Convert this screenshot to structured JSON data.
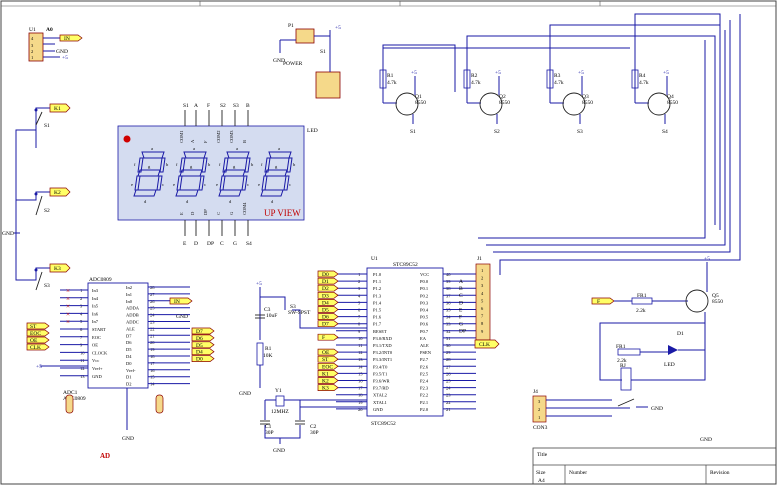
{
  "colors": {
    "wire": "#1a1aa6",
    "label_red": "#c00000",
    "netlabel_fill": "#ffff66",
    "led_panel": "#d4dcf0"
  },
  "headers": {
    "u1_ref": "U1",
    "u1_title": "A0",
    "u1_pins": [
      "4",
      "3",
      "2",
      "1"
    ],
    "in_label": "IN",
    "gnd_label": "GND",
    "plus5": "+5"
  },
  "power": {
    "p1_ref": "P1",
    "s1_ref": "S1",
    "power_label": "POWER",
    "gnd": "GND",
    "plus5": "+5"
  },
  "switches": [
    {
      "net": "K1",
      "ref": "S1"
    },
    {
      "net": "K2",
      "ref": "S2"
    },
    {
      "net": "K3",
      "ref": "S3"
    }
  ],
  "gnd_net": "GND",
  "led_display": {
    "ref": "LED",
    "up_view": "UP VIEW",
    "top_pins": [
      "a",
      "b",
      "f",
      "COM1",
      "A",
      "F",
      "COM2",
      "COM3",
      "B"
    ],
    "bottom_pins": [
      "E",
      "D",
      "DP",
      "C",
      "G",
      "COM4"
    ],
    "top_nets": [
      "S1",
      "A",
      "F",
      "S2",
      "S3",
      "B"
    ],
    "bottom_nets": [
      "E",
      "D",
      "DP",
      "C",
      "G",
      "S4"
    ],
    "digit_labels": [
      "a",
      "b",
      "c",
      "d",
      "e",
      "f",
      "g"
    ]
  },
  "transistors": [
    {
      "r_ref": "R1",
      "r_val": "4.7k",
      "q_ref": "Q1",
      "q_type": "8550",
      "net": "S1"
    },
    {
      "r_ref": "R2",
      "r_val": "4.7k",
      "q_ref": "Q2",
      "q_type": "8550",
      "net": "S2"
    },
    {
      "r_ref": "R3",
      "r_val": "4.7k",
      "q_ref": "Q3",
      "q_type": "8550",
      "net": "S3"
    },
    {
      "r_ref": "R4",
      "r_val": "4.7k",
      "q_ref": "Q4",
      "q_type": "8550",
      "net": "S4"
    }
  ],
  "adc": {
    "ref": "ADC1",
    "part": "ADC0809",
    "part2": "ADC0809",
    "title": "AD",
    "left_pins": [
      "In3",
      "In4",
      "In5",
      "In6",
      "In7",
      "START",
      "EOC",
      "OE",
      "CLOCK",
      "Vcc",
      "Vref+",
      "GND"
    ],
    "left_nums": [
      "1",
      "2",
      "3",
      "4",
      "5",
      "6",
      "7",
      "9",
      "10",
      "11",
      "12",
      "13"
    ],
    "right_pins": [
      "In2",
      "In1",
      "In0",
      "ADDA",
      "ADDB",
      "ADDC",
      "ALE",
      "D7",
      "D6",
      "D5",
      "D4",
      "D0",
      "Vref-",
      "D1",
      "D2"
    ],
    "right_nums": [
      "28",
      "27",
      "26",
      "25",
      "24",
      "23",
      "22",
      "21",
      "20",
      "19",
      "18",
      "17",
      "16",
      "15",
      "14"
    ],
    "left_nets": [
      "ST",
      "EOC",
      "OE",
      "CLK"
    ],
    "right_nets": [
      "D7",
      "D6",
      "D5",
      "D4",
      "D0"
    ],
    "in_net": "IN",
    "gnd": "GND",
    "plus5": "+5"
  },
  "mcu": {
    "ref": "U1",
    "part": "STC89C52",
    "part2": "STC89C52",
    "left_pins": [
      "P1.0",
      "P1.1",
      "P1.2",
      "P1.3",
      "P1.4",
      "P1.5",
      "P1.6",
      "P1.7",
      "RESET",
      "P3.0/RXD",
      "P3.1/TXD",
      "P3.2/INT0",
      "P3.3/INT1",
      "P3.4/T0",
      "P3.5/T1",
      "P3.6/WR",
      "P3.7/RD",
      "XTAL2",
      "XTAL1",
      "GND"
    ],
    "left_nums": [
      "1",
      "2",
      "3",
      "4",
      "5",
      "6",
      "7",
      "8",
      "9",
      "10",
      "11",
      "12",
      "13",
      "14",
      "15",
      "16",
      "17",
      "18",
      "19",
      "20"
    ],
    "right_pins": [
      "VCC",
      "P0.0",
      "P0.1",
      "P0.2",
      "P0.3",
      "P0.4",
      "P0.5",
      "P0.6",
      "P0.7",
      "EA",
      "ALE",
      "PSEN",
      "P2.7",
      "P2.6",
      "P2.5",
      "P2.4",
      "P2.3",
      "P2.2",
      "P2.1",
      "P2.0"
    ],
    "right_nums": [
      "40",
      "39",
      "38",
      "37",
      "36",
      "35",
      "34",
      "33",
      "32",
      "31",
      "30",
      "29",
      "28",
      "27",
      "26",
      "25",
      "24",
      "23",
      "22",
      "21"
    ],
    "left_nets": [
      "D0",
      "D1",
      "D2",
      "D3",
      "D4",
      "D5",
      "D6",
      "D7"
    ],
    "left_nets2": [
      "F",
      "OE",
      "ST",
      "EOC",
      "K1",
      "K2",
      "K3"
    ],
    "right_nets": [
      "A",
      "B",
      "C",
      "D",
      "E",
      "F",
      "G",
      "DP"
    ],
    "clk_net": "CLK",
    "j1_ref": "J1",
    "j1_nums": [
      "1",
      "2",
      "3",
      "4",
      "5",
      "6",
      "7",
      "8",
      "9"
    ]
  },
  "reset": {
    "c3_ref": "C3",
    "c3_val": "10uF",
    "s3_ref": "S3",
    "s3_type": "SW-SPST",
    "r1_ref": "R1",
    "r1_val": "10K",
    "plus5": "+5",
    "gnd": "GND"
  },
  "crystal": {
    "y1_ref": "Y1",
    "y1_val": "12MHZ",
    "c1_ref": "C1",
    "c1_val": "30P",
    "c2_ref": "C2",
    "c2_val": "30P",
    "gnd": "GND"
  },
  "relay": {
    "fr1_ref": "FR1",
    "fr1_val": "2.2k",
    "q5_ref": "Q5",
    "q5_type": "8550",
    "plus5": "+5",
    "d1_ref": "D1",
    "led": "LED",
    "fr1b": "FR1",
    "fr1b_val": "2.2k",
    "rj_ref": "RJ",
    "j4_ref": "J4",
    "j4_nums": [
      "1",
      "2",
      "3"
    ],
    "j4_part": "CON3",
    "gnd": "GND",
    "net_f": "F"
  },
  "title_block": {
    "title": "Title",
    "size": "Size",
    "number": "Number",
    "revision": "Revision",
    "size_val": "A4"
  }
}
